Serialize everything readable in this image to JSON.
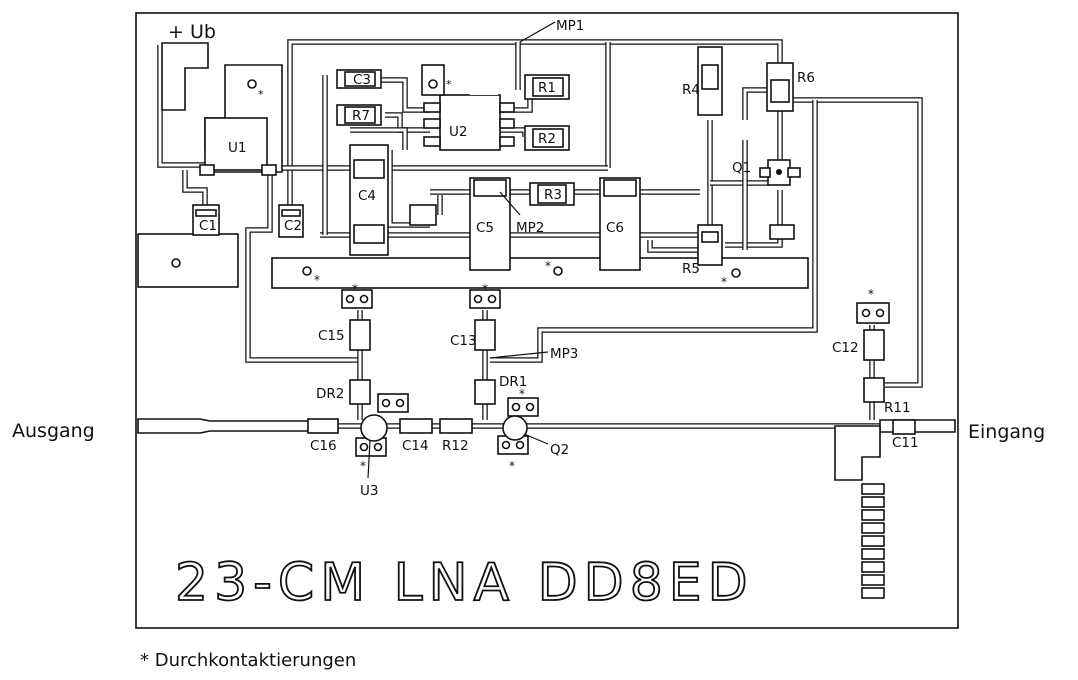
{
  "supply_label": "+ Ub",
  "input_label": "Eingang",
  "output_label": "Ausgang",
  "board_title": "23-CM LNA DD8ED",
  "footnote": "* Durchkontaktierungen",
  "via_mark": "*",
  "components": {
    "mp1": "MP1",
    "mp2": "MP2",
    "mp3": "MP3",
    "u1": "U1",
    "u2": "U2",
    "u3": "U3",
    "c1": "C1",
    "c2": "C2",
    "c3": "C3",
    "c4": "C4",
    "c5": "C5",
    "c6": "C6",
    "c11": "C11",
    "c12": "C12",
    "c13": "C13",
    "c14": "C14",
    "c15": "C15",
    "c16": "C16",
    "r1": "R1",
    "r2": "R2",
    "r3": "R3",
    "r4": "R4",
    "r5": "R5",
    "r6": "R6",
    "r7": "R7",
    "r11": "R11",
    "r12": "R12",
    "q1": "Q1",
    "q2": "Q2",
    "dr1": "DR1",
    "dr2": "DR2"
  }
}
